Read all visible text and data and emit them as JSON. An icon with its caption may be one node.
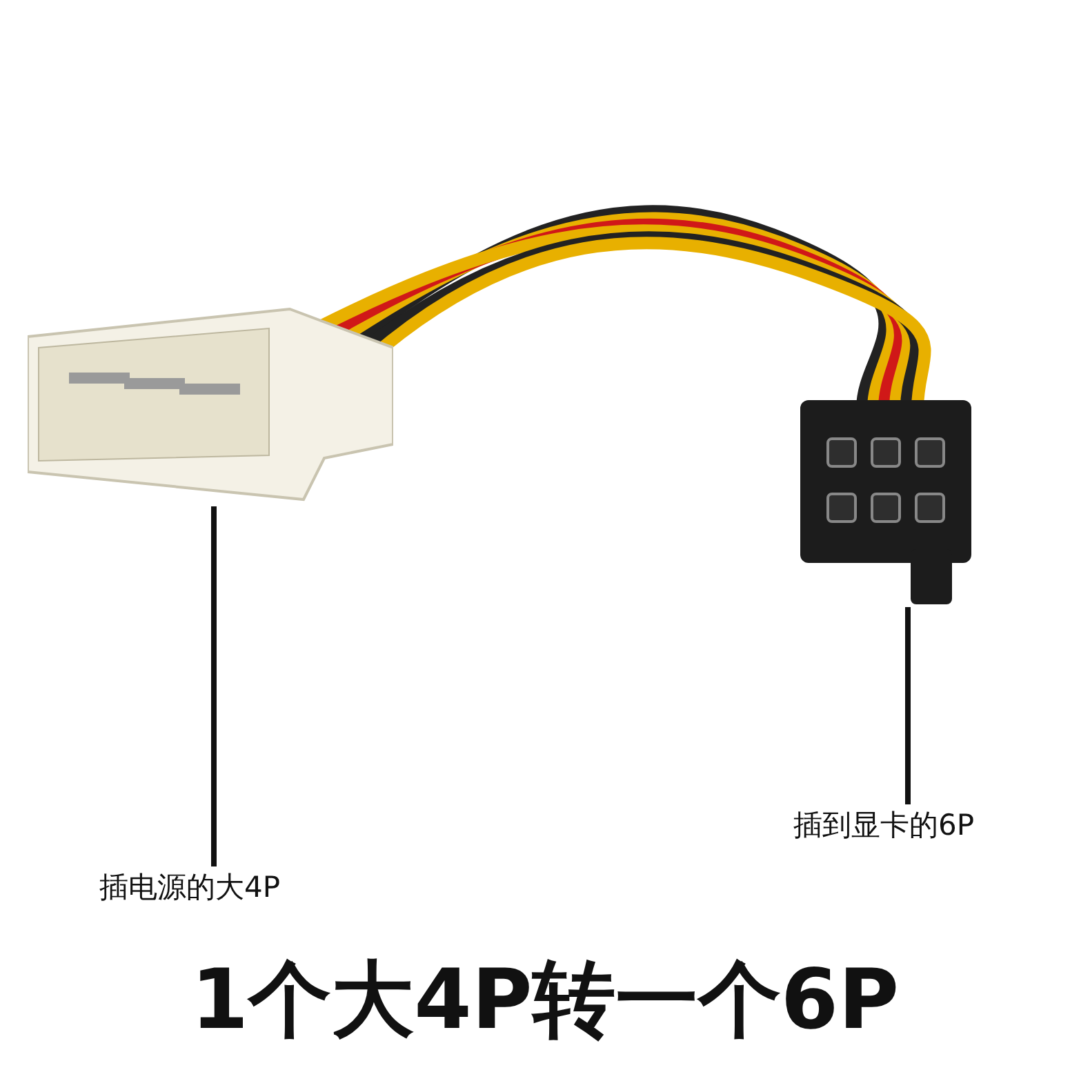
{
  "diagram": {
    "title": "1个大4P转一个6P",
    "nodes": [
      {
        "text": [
          "插电源的大4P"
        ]
      },
      {
        "text": [],
        "shape": "picture"
      },
      {
        "text": [
          "插到显卡的6P"
        ]
      },
      {
        "text": [],
        "shape": "picture"
      }
    ],
    "edges": [
      {
        "from": 0,
        "to": 1,
        "arrow": "none"
      },
      {
        "from": 2,
        "to": 3,
        "arrow": "none"
      },
      {
        "from": 1,
        "to": 3,
        "arrow": "none",
        "style": "thick",
        "color": "#e8b000"
      }
    ]
  }
}
